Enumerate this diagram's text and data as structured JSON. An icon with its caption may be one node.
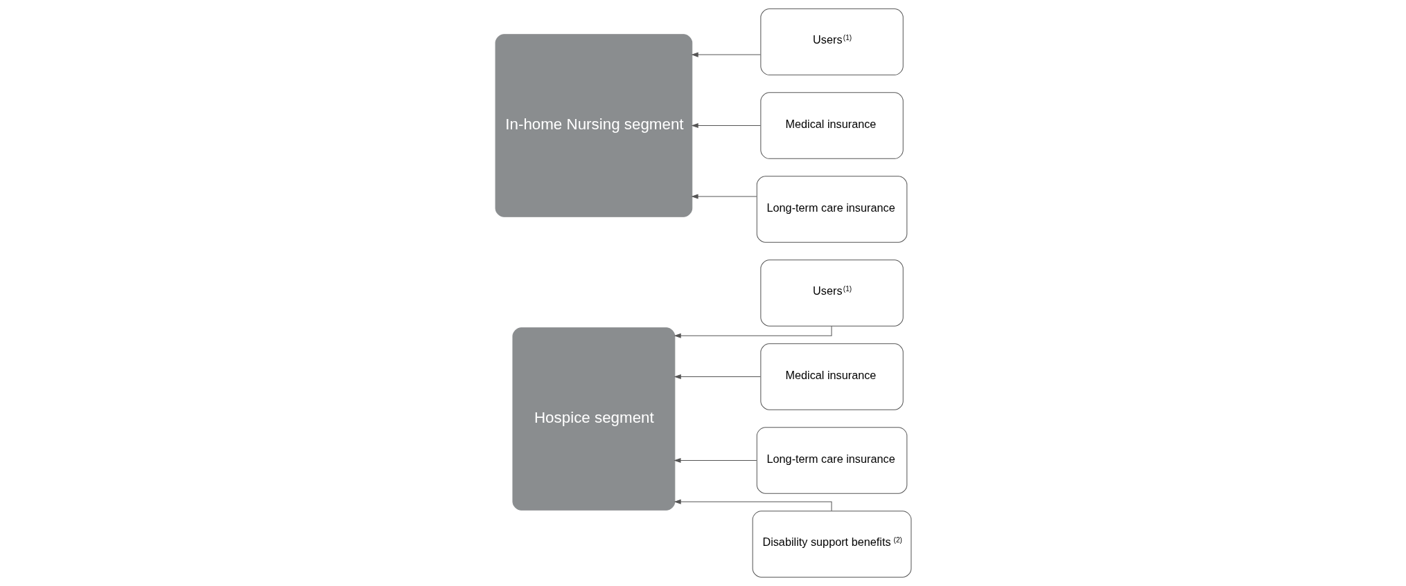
{
  "diagram": {
    "nodes": [
      {
        "text": [
          "Hospice segment"
        ]
      },
      {
        "text": [
          "Users$^{(1)}$"
        ]
      },
      {
        "text": [
          "Medical insurance"
        ]
      },
      {
        "text": [
          "Long-term care insurance"
        ]
      },
      {
        "text": [
          "Disability support benefits$^{(2)}$"
        ]
      },
      {
        "text": [
          "In-home Nursing segment"
        ]
      },
      {
        "text": [
          "Users$^{(1)}$"
        ]
      },
      {
        "text": [
          "Medical insurance"
        ]
      },
      {
        "text": [
          "Long-term care insurance"
        ]
      }
    ],
    "edges": [
      {
        "from": 1,
        "to": 0,
        "arrow": "to"
      },
      {
        "from": 2,
        "to": 0,
        "arrow": "to"
      },
      {
        "from": 3,
        "to": 0,
        "arrow": "to"
      },
      {
        "from": 4,
        "to": 0,
        "arrow": "to"
      },
      {
        "from": 6,
        "to": 5,
        "arrow": "to"
      },
      {
        "from": 7,
        "to": 5,
        "arrow": "to"
      },
      {
        "from": 8,
        "to": 5,
        "arrow": "to"
      }
    ]
  }
}
